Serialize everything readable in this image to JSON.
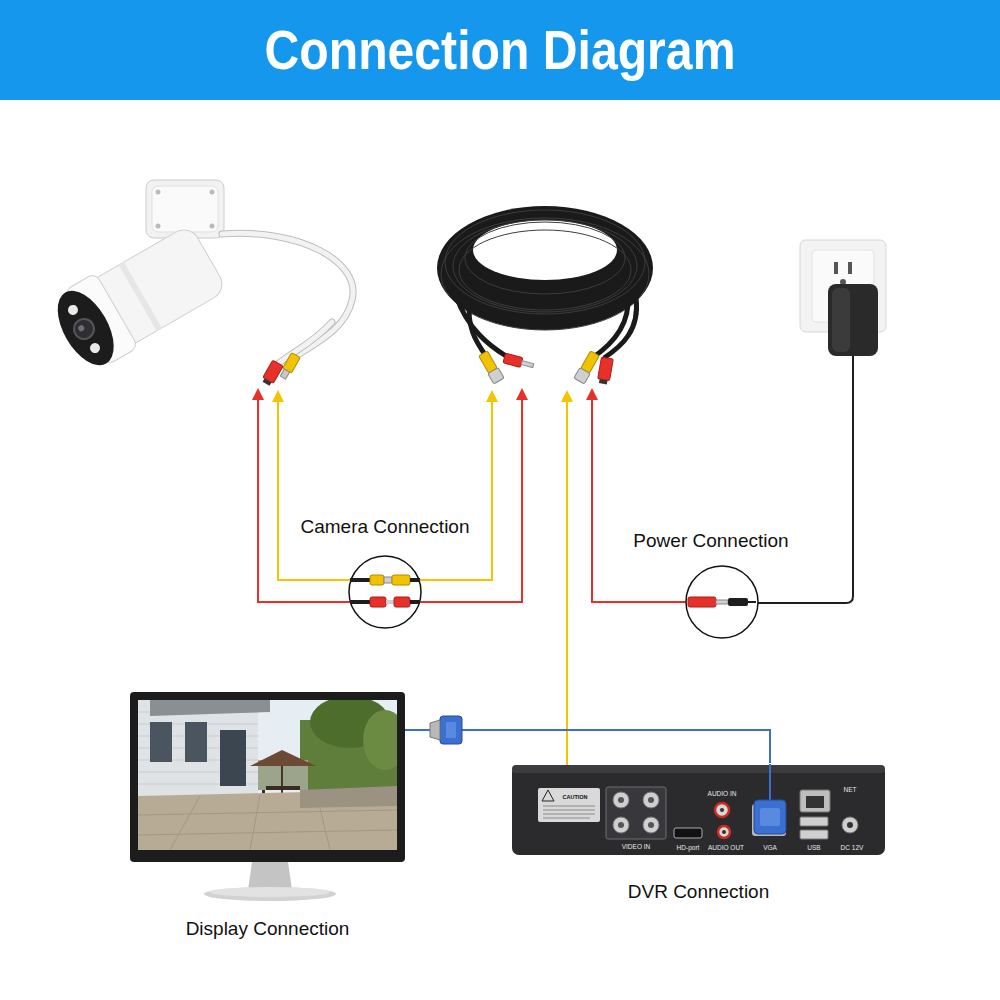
{
  "diagram": {
    "title": "Connection Diagram",
    "nodes": [
      {
        "text": [
          "Display Connection"
        ]
      },
      {
        "text": [
          "DVR Connection"
        ]
      }
    ],
    "edges": [
      {
        "from": 1,
        "to": 0,
        "arrow": "none"
      }
    ],
    "labels": [
      "Camera Connection",
      "Power Connection",
      "CAUTION",
      "VIDEO IN",
      "AUDIO IN",
      "HD-port",
      "AUDIO OUT",
      "VGA",
      "USB",
      "NET",
      "DC 12V"
    ]
  }
}
